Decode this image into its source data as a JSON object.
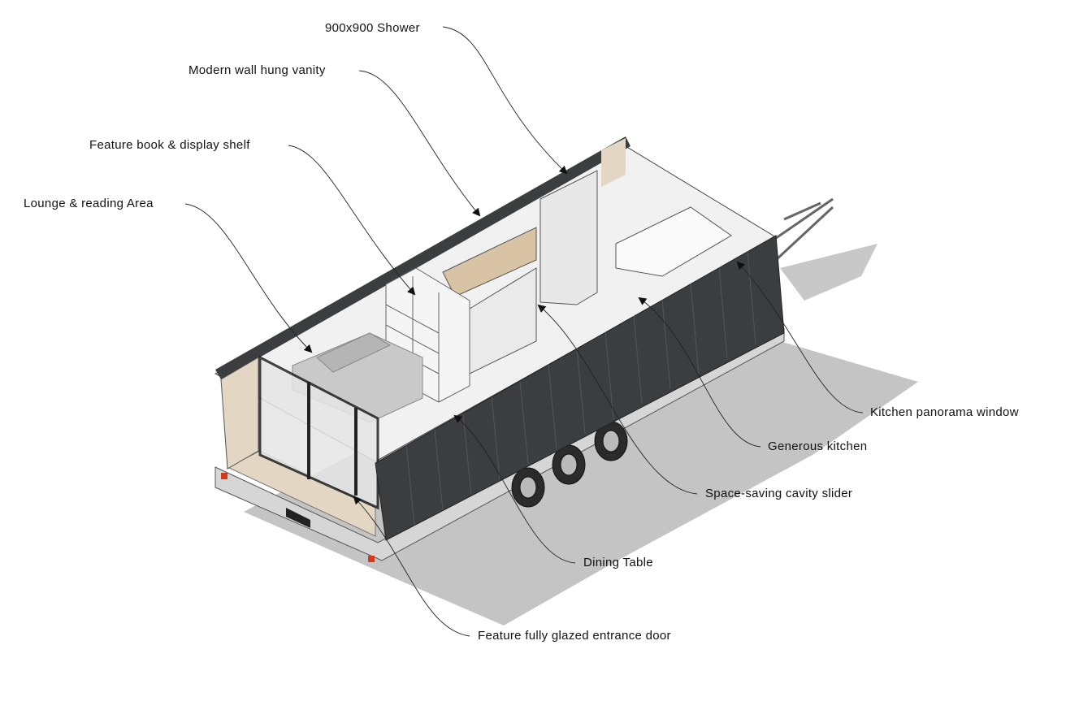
{
  "labels": {
    "shower": "900x900 Shower",
    "vanity": "Modern wall hung vanity",
    "shelf": "Feature book & display shelf",
    "lounge": "Lounge & reading Area",
    "kitchen_window": "Kitchen panorama window",
    "kitchen": "Generous kitchen",
    "slider": "Space-saving cavity slider",
    "dining": "Dining Table",
    "entrance": "Feature fully glazed entrance door"
  },
  "colors": {
    "wall_cladding": "#3c3d3f",
    "shadow": "#c4c4c4",
    "timber": "#e3d6c2",
    "floor": "#f2f2f2",
    "leader": "#222222"
  }
}
